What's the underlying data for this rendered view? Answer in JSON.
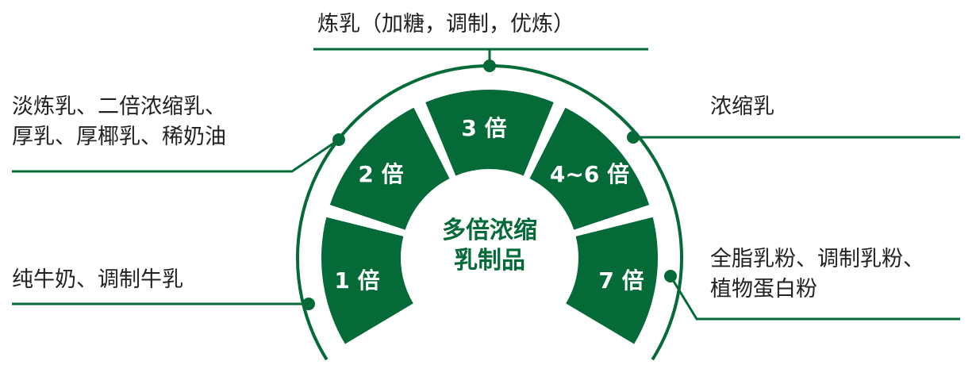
{
  "colors": {
    "primary": "#046a38"
  },
  "center": {
    "line1": "多倍浓缩",
    "line2": "乳制品"
  },
  "segments": [
    {
      "label": "1 倍"
    },
    {
      "label": "2 倍"
    },
    {
      "label": "3 倍"
    },
    {
      "label": "4~6 倍"
    },
    {
      "label": "7 倍"
    }
  ],
  "callouts": {
    "one": "纯牛奶、调制牛乳",
    "two_line1": "淡炼乳、二倍浓缩乳、",
    "two_line2": "厚乳、厚椰乳、稀奶油",
    "three": "炼乳（加糖，调制，优炼）",
    "four_six": "浓缩乳",
    "seven_line1": "全脂乳粉、调制乳粉、",
    "seven_line2": "植物蛋白粉"
  }
}
